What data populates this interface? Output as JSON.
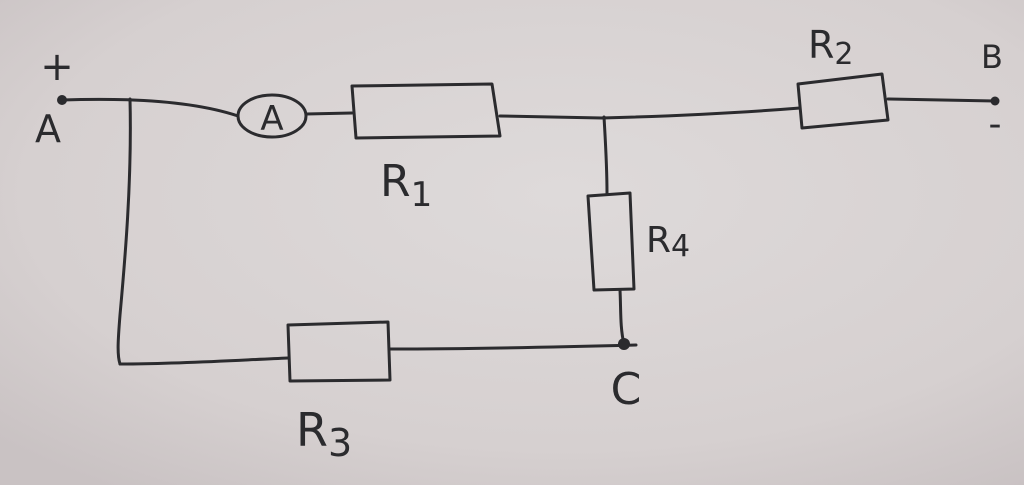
{
  "diagram": {
    "terminal_a": {
      "label": "A",
      "polarity": "+"
    },
    "terminal_b": {
      "label": "B",
      "polarity": "-"
    },
    "node_c": {
      "label": "C"
    },
    "ammeter": {
      "label": "A"
    },
    "resistors": {
      "r1": {
        "main": "R",
        "sub": "1"
      },
      "r2": {
        "main": "R",
        "sub": "2"
      },
      "r3": {
        "main": "R",
        "sub": "3"
      },
      "r4": {
        "main": "R",
        "sub": "4"
      }
    },
    "colors": {
      "ink": "#2b2b2e",
      "paper": "#d9d4d4"
    }
  }
}
